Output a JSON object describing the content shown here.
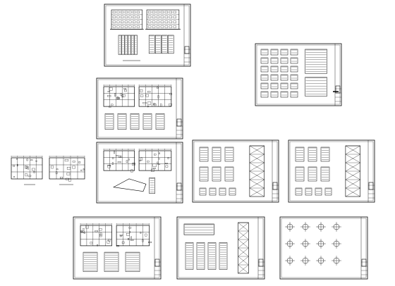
{
  "drawing_set": {
    "line_color": "#000000",
    "background_color": "#ffffff",
    "sheets": [
      {
        "id": "top-elevations"
      },
      {
        "id": "detail-schedule"
      },
      {
        "id": "floor-plan-upper"
      },
      {
        "id": "small-plans"
      },
      {
        "id": "floor-plan-middle"
      },
      {
        "id": "stair-details-a"
      },
      {
        "id": "stair-details-b"
      },
      {
        "id": "floor-plan-lower"
      },
      {
        "id": "section-details"
      },
      {
        "id": "structure-details"
      }
    ]
  }
}
